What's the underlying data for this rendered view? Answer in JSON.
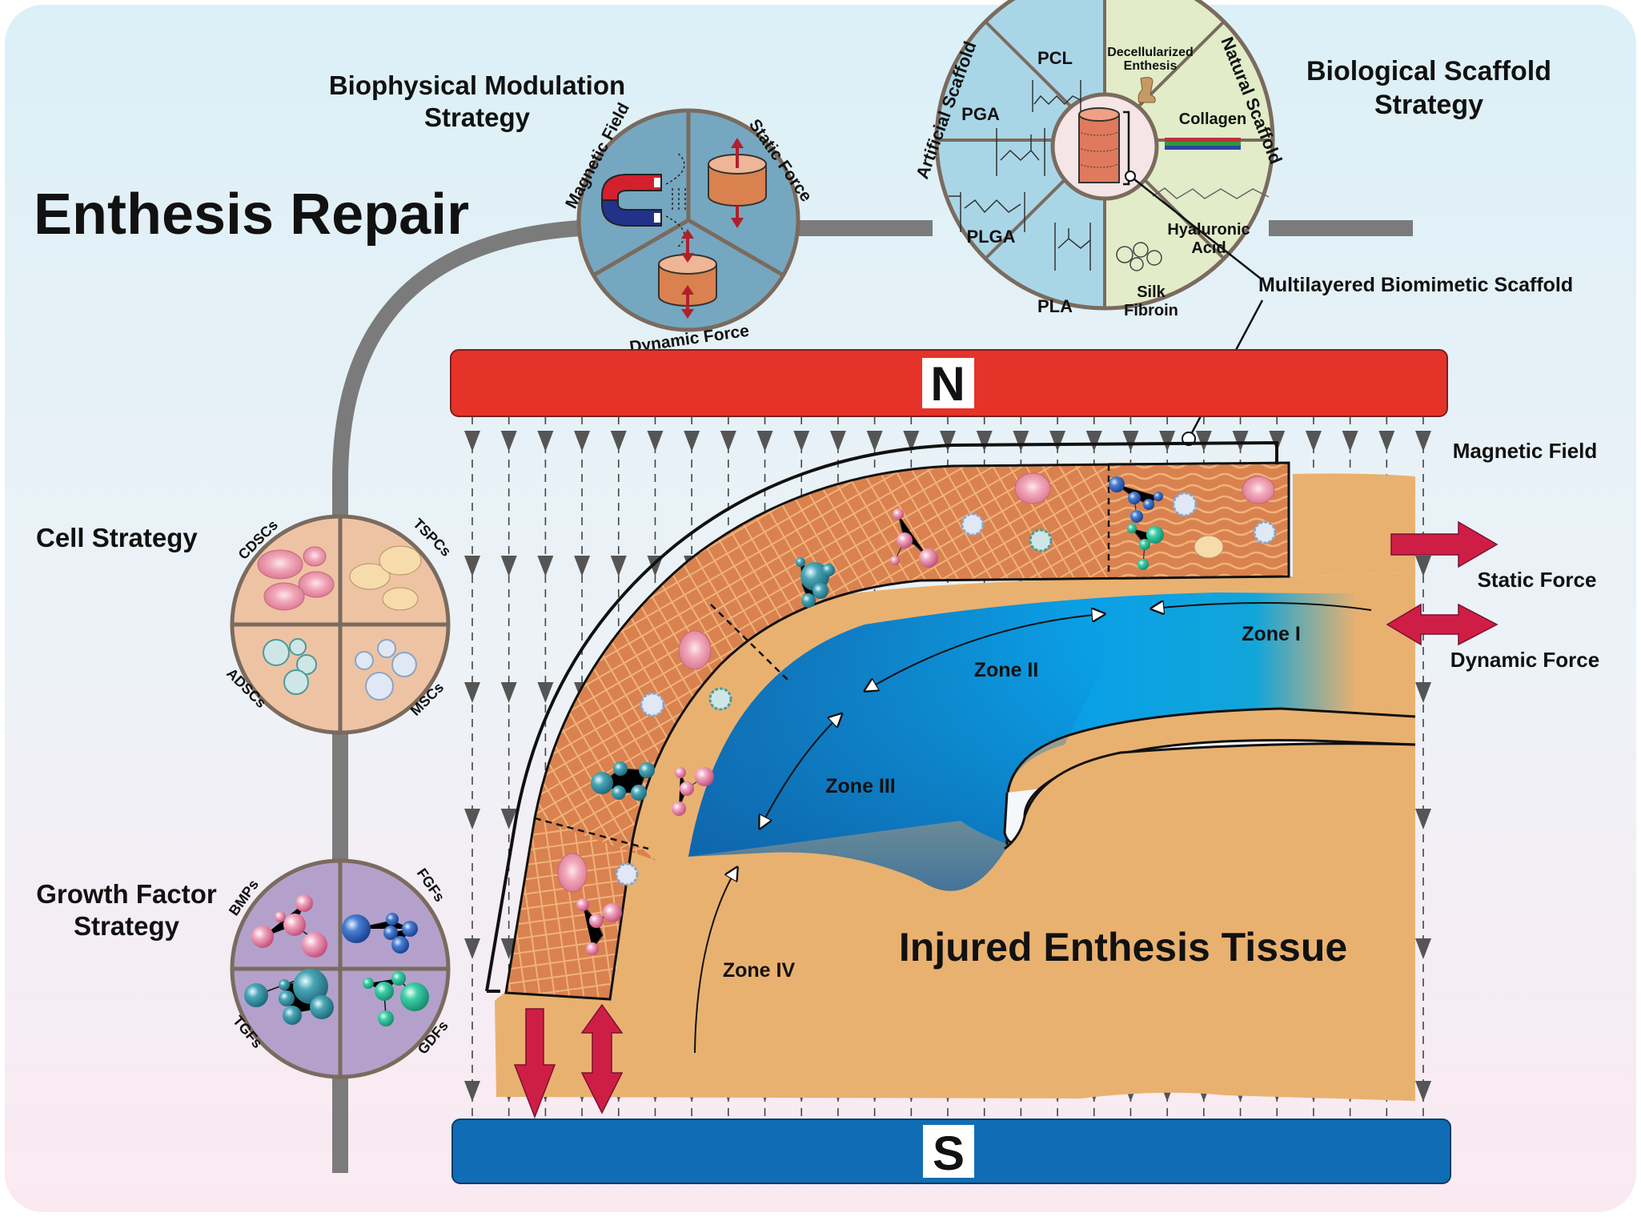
{
  "title": "Enthesis Repair",
  "biophysical": {
    "heading_line1": "Biophysical Modulation",
    "heading_line2": "Strategy",
    "segments": [
      "Magnetic Field",
      "Static Force",
      "Dynamic Force"
    ]
  },
  "biological": {
    "heading_line1": "Biological Scaffold",
    "heading_line2": "Strategy",
    "arc_left": "Artificial Scaffold",
    "arc_right": "Natural Scaffold",
    "artificial": [
      "PCL",
      "PGA",
      "PLGA",
      "PLA"
    ],
    "natural": [
      "Decellularized",
      "Enthesis",
      "Collagen",
      "Hyaluronic",
      "Acid",
      "Silk",
      "Fibroin"
    ],
    "callout": "Multilayered Biomimetic Scaffold"
  },
  "cell": {
    "heading": "Cell Strategy",
    "quadrants": [
      "CDSCs",
      "TSPCs",
      "ADSCs",
      "MSCs"
    ]
  },
  "growth": {
    "heading_line1": "Growth Factor",
    "heading_line2": "Strategy",
    "quadrants": [
      "BMPs",
      "FGFs",
      "TGFs",
      "GDFs"
    ]
  },
  "magnet": {
    "north": "N",
    "south": "S",
    "field_label": "Magnetic Field"
  },
  "forces": {
    "static": "Static Force",
    "dynamic": "Dynamic Force"
  },
  "zones": [
    "Zone I",
    "Zone II",
    "Zone III",
    "Zone IV"
  ],
  "tissue_label": "Injured Enthesis Tissue",
  "colors": {
    "north": "#e5332a",
    "south": "#106db5",
    "tissue": "#e9b170",
    "scaffold": "#d9824f",
    "zone_blue": "#0a9ae0",
    "zone_dark": "#1460a8",
    "force_arrow": "#cf1e45",
    "connector": "#7b7b7b",
    "biophys_bg": "#76a7c0",
    "artificial_bg": "#a9d6e7",
    "natural_bg": "#e2ecc8",
    "cell_bg": "#eec3a4",
    "growth_bg": "#b3a1cb"
  }
}
